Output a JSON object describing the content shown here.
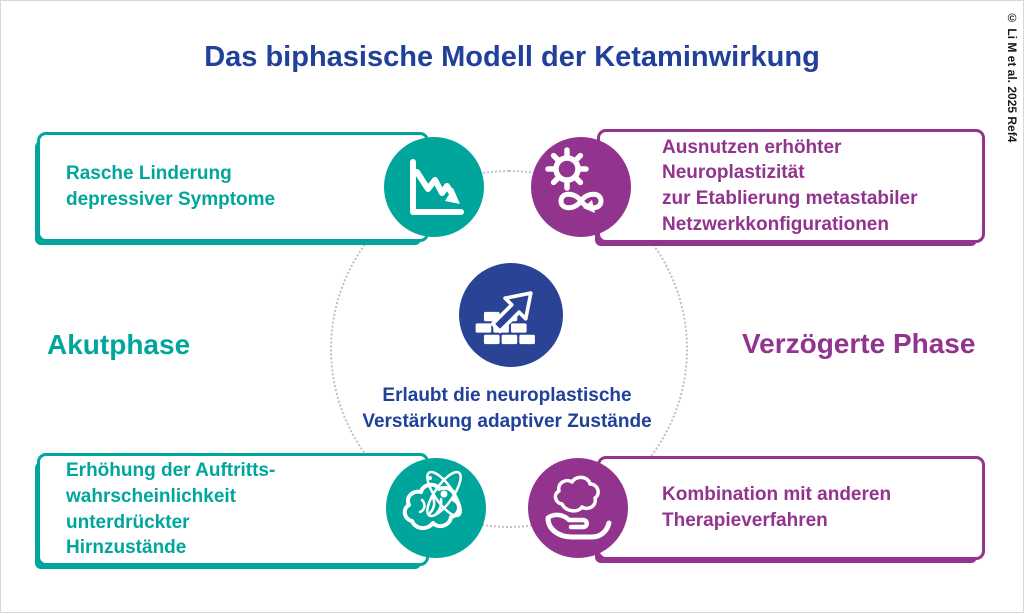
{
  "title": "Das biphasische Modell der Ketaminwirkung",
  "credit": "© Li M et al. 2025 Ref4",
  "phase_labels": {
    "acute": "Akutphase",
    "delayed": "Verzögerte Phase"
  },
  "center": {
    "icon": "wall-breakthrough-arrow-icon",
    "text": "Erlaubt die neuroplastische\nVerstärkung adaptiver Zustände"
  },
  "boxes": {
    "top_left": {
      "phase": "Akutphase",
      "icon": "declining-chart-icon",
      "text": "Rasche Linderung\ndepressiver Symptome"
    },
    "top_right": {
      "phase": "Verzögerte Phase",
      "icon": "gear-infinity-icon",
      "text": "Ausnutzen erhöhter Neuroplastizität\nzur Etablierung metastabiler\nNetzwerkkonfigurationen"
    },
    "bottom_left": {
      "phase": "Akutphase",
      "icon": "brain-atom-icon",
      "text": "Erhöhung der Auftritts-\nwahrscheinlichkeit unterdrückter\nHirnzustände"
    },
    "bottom_right": {
      "phase": "Verzögerte Phase",
      "icon": "hand-holding-brain-icon",
      "text": "Kombination mit anderen\nTherapieverfahren"
    }
  },
  "colors": {
    "teal": "#00A69C",
    "purple": "#92348D",
    "blue": "#21409A",
    "center_circle_blue": "#2B4394"
  }
}
